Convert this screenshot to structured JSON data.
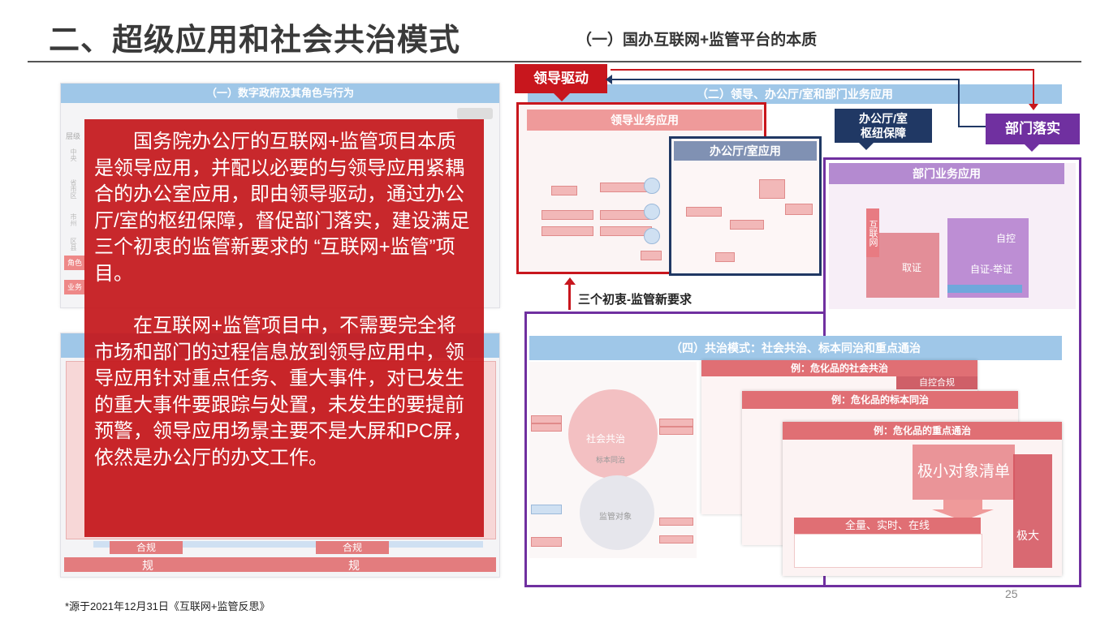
{
  "header": {
    "title": "二、超级应用和社会共治模式",
    "subtitle": "（一）国办互联网+监管平台的本质"
  },
  "left": {
    "card1_bar": "（一）数字政府及其角色与行为",
    "card1_side": [
      "层级",
      "中央",
      "省市区",
      "市州",
      "区县",
      "角色",
      "业务"
    ],
    "card2_bottom": [
      "合规",
      "合规"
    ],
    "card2_bottom2": [
      "规",
      "规"
    ],
    "paragraph1": "国务院办公厅的互联网+监管项目本质是领导应用，并配以必要的与领导应用紧耦合的办公室应用，即由领导驱动，通过办公厅/室的枢纽保障，督促部门落实，建设满足三个初衷的监管新要求的 “互联网+监管”项目。",
    "paragraph2": "在互联网+监管项目中，不需要完全将市场和部门的过程信息放到领导应用中，领导应用针对重点任务、重大事件，对已发生的重大事件要跟踪与处置，未发生的要提前预警，领导应用场景主要不是大屏和PC屏，依然是办公厅的办文工作。"
  },
  "right": {
    "leader_drive": "领导驱动",
    "top_bar": "（二）领导、办公厅/室和部门业务应用",
    "leader_app": "领导业务应用",
    "office_hub": "办公厅/室\n枢纽保障",
    "dept_execute": "部门落实",
    "office_app": "办公厅/室应用",
    "dept_app": "部门业务应用",
    "dept_labels": [
      "互联网",
      "自控",
      "取证",
      "自证-举证"
    ],
    "three_origins": "三个初衷-监管新要求",
    "gov_bar": "（四）共治模式：社会共治、标本同治和重点通治",
    "example1": "例：危化品的社会共治",
    "example2": "例：危化品的标本同治",
    "example3": "例：危化品的重点通治",
    "self_gov": "自控合规",
    "social": "社会共治",
    "both": "标本同治",
    "regulated": "监管对象",
    "tiny_list": "极小对象清单",
    "full_real": "全量、实时、在线",
    "minimal": "极大"
  },
  "footer": {
    "source": "*源于2021年12月31日《互联网+监管反思》",
    "page": "25"
  },
  "colors": {
    "red": "#c8161d",
    "navy": "#203864",
    "purple": "#7030a0",
    "blue_bar": "#9fc7e8"
  }
}
